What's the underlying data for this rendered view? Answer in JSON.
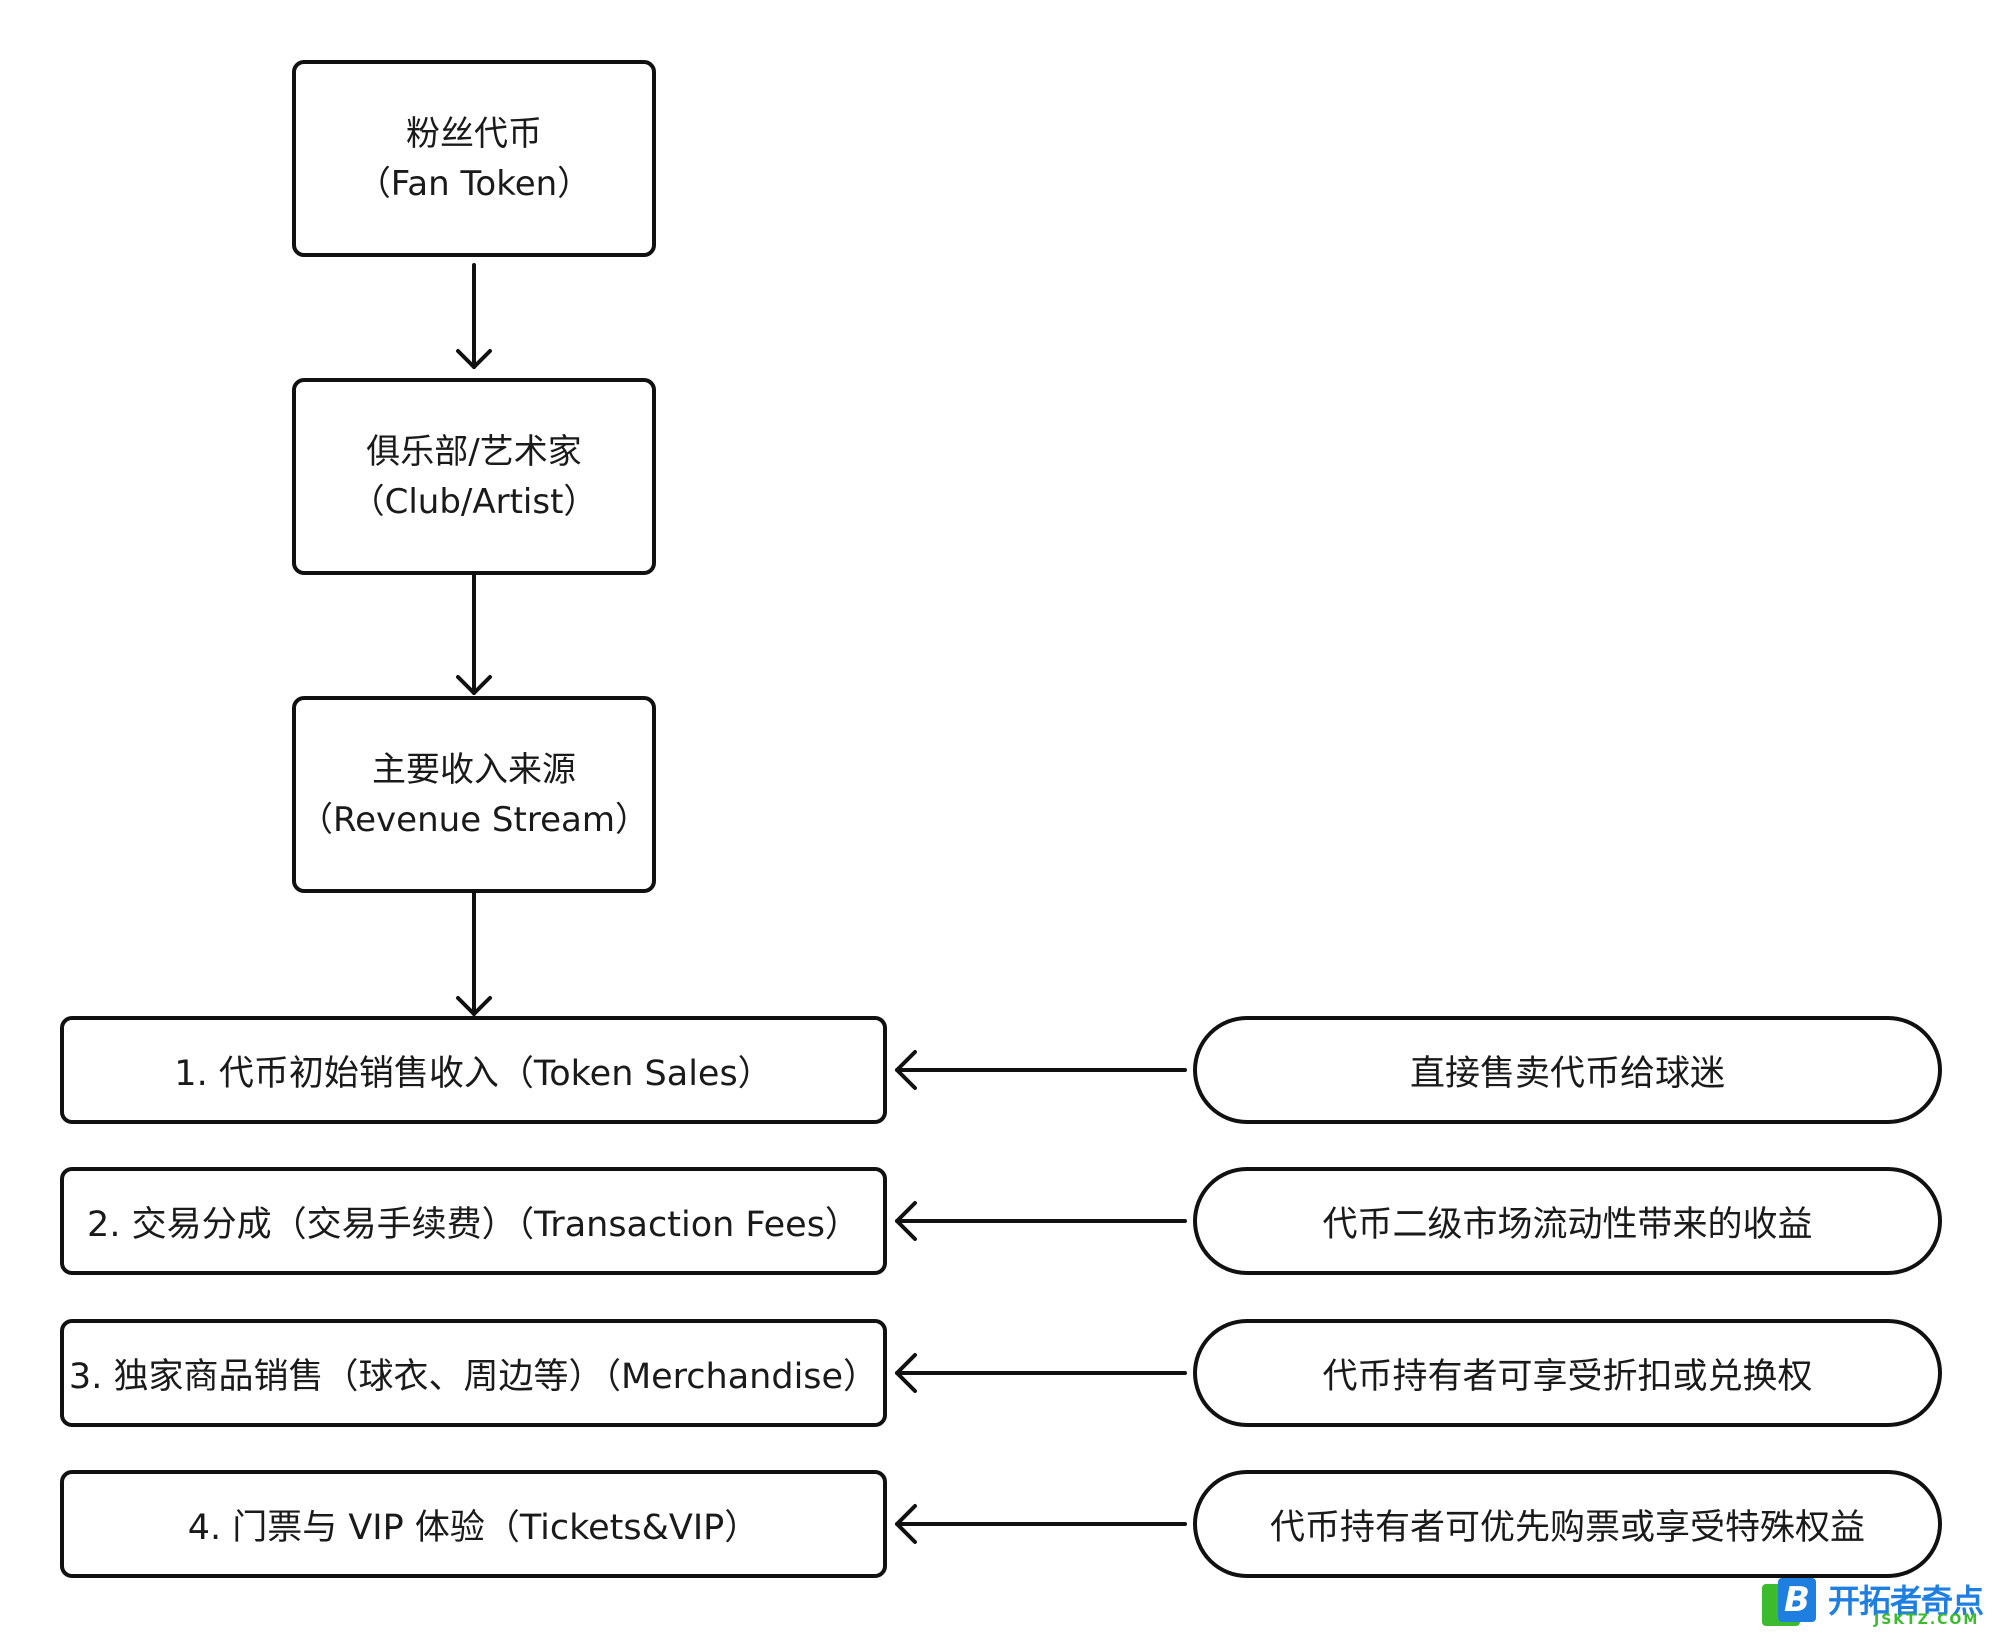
{
  "nodes": {
    "fan_token": {
      "line1": "粉丝代币",
      "line2": "（Fan Token）"
    },
    "club_artist": {
      "line1": "俱乐部/艺术家",
      "line2": "（Club/Artist）"
    },
    "revenue_stream": {
      "line1": "主要收入来源",
      "line2": "（Revenue Stream）"
    }
  },
  "revenue_items": [
    {
      "label": "1. 代币初始销售收入（Token Sales）",
      "note": "直接售卖代币给球迷"
    },
    {
      "label": "2. 交易分成（交易手续费）（Transaction Fees）",
      "note": "代币二级市场流动性带来的收益"
    },
    {
      "label": "3. 独家商品销售（球衣、周边等）（Merchandise）",
      "note": "代币持有者可享受折扣或兑换权"
    },
    {
      "label": "4. 门票与 VIP 体验（Tickets&VIP）",
      "note": "代币持有者可优先购票或享受特殊权益"
    }
  ],
  "watermark": {
    "logo_letter": "B",
    "site_name": "开拓者奇点",
    "site_domain": "JSKTZ.COM"
  },
  "colors": {
    "stroke": "#111111",
    "logo_green": "#3dbb2e",
    "logo_blue": "#1f7fe0"
  }
}
